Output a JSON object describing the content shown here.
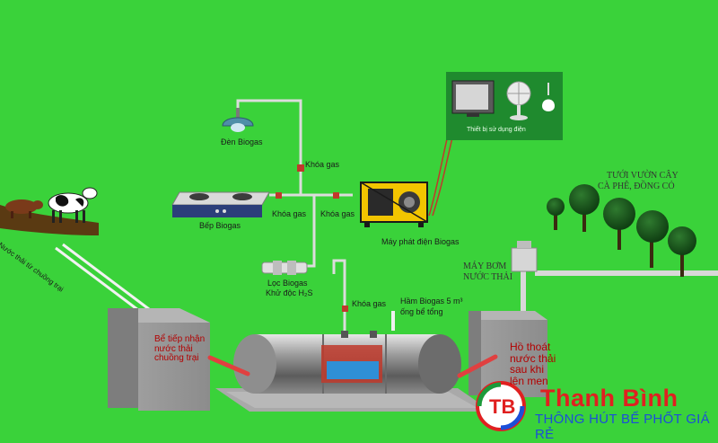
{
  "labels": {
    "lamp": "Đèn Biogas",
    "stove": "Bếp Biogas",
    "valve_top": "Khóa gas",
    "valve_left": "Khóa gas",
    "valve_right": "Khóa gas",
    "valve_bottom": "Khóa gas",
    "generator": "Máy phát điện Biogas",
    "devices_panel": "Thiết bị sử dụng điện",
    "filter_line1": "Lọc Biogas",
    "filter_line2": "Khử độc H₂S",
    "tank_line1": "Hầm Biogas 5 m³",
    "tank_line2": "ống bể tổng",
    "pump_line1": "MÁY BƠM",
    "pump_line2": "NƯỚC THẢI",
    "garden_line1": "TƯỚI VƯỜN CÂY",
    "garden_line2": "CÀ PHÊ, ĐỒNG CỎ",
    "farm_pipe": "Nước thải từ chuồng trại",
    "intake_line1": "Bể tiếp nhận",
    "intake_line2": "nước thải",
    "intake_line3": "chuồng trại",
    "outlet_line1": "Hồ thoát",
    "outlet_line2": "nước thải",
    "outlet_line3": "sau khi",
    "outlet_line4": "lên men"
  },
  "brand": {
    "logo_letters": "TB",
    "name": "Thanh Bình",
    "tagline": "THÔNG HÚT BỂ PHỐT GIÁ RẺ"
  },
  "colors": {
    "background": "#3ad23a",
    "pipe": "#d8d8d8",
    "box": "#9a9a9a",
    "tank": "#b9b9b9",
    "brand_red": "#e02020",
    "brand_blue": "#1c4fd8",
    "devices_panel": "#1f8a2e"
  },
  "icons": [
    "cow-icon",
    "pig-icon",
    "lamp-icon",
    "stove-icon",
    "generator-icon",
    "tv-icon",
    "fan-icon",
    "bulb-icon",
    "filter-icon",
    "pump-icon",
    "tree-icon",
    "logo-icon"
  ]
}
